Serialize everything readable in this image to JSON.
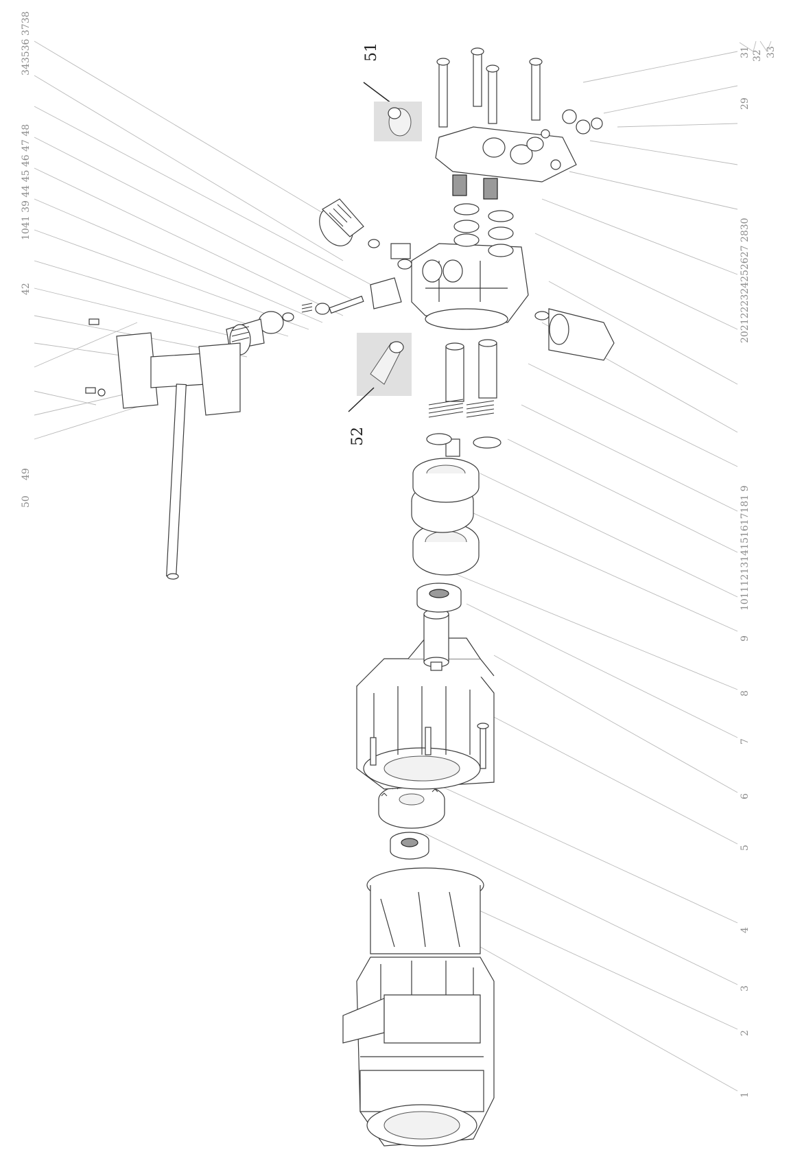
{
  "callouts_right": [
    "1",
    "2",
    "3",
    "4",
    "5",
    "6",
    "7",
    "8",
    "9",
    "1011121314151617181 9",
    "2021222324252627 2830",
    "29",
    "31",
    "32",
    "33"
  ],
  "callouts_left": [
    "343536 3738",
    "1041 39 44 45 46 47 48",
    "42",
    "49",
    "50"
  ],
  "inset_labels": {
    "upper": "51",
    "lower": "52"
  }
}
